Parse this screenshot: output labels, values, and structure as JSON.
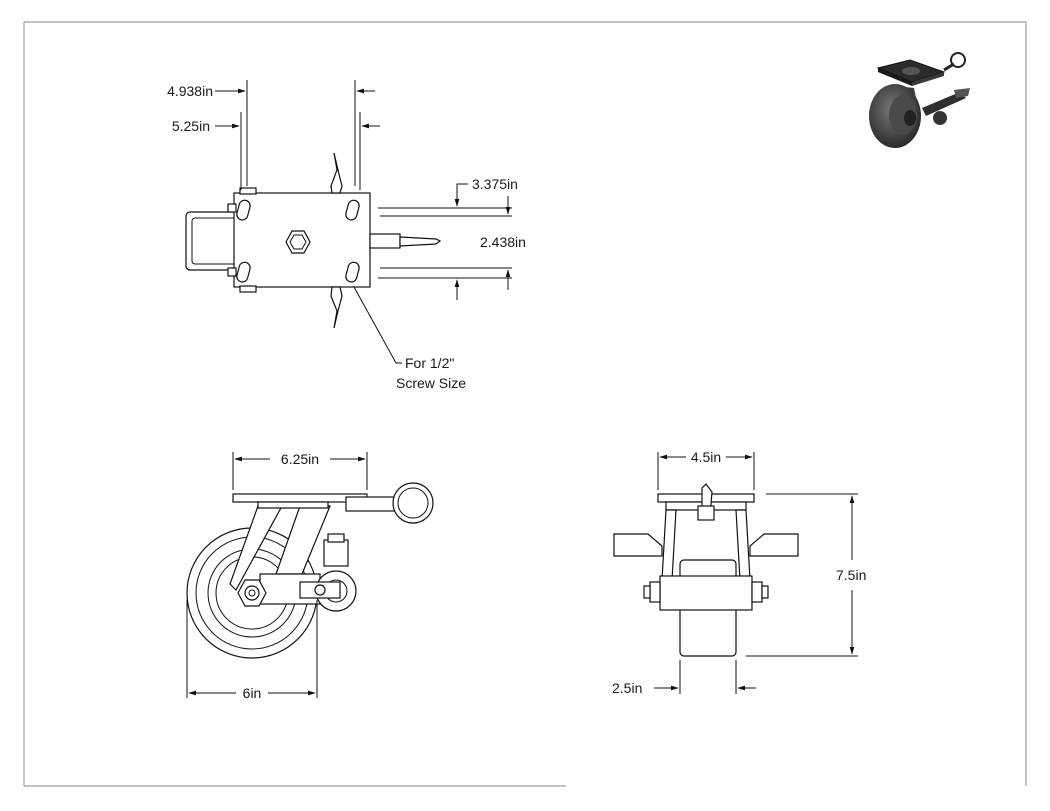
{
  "dimensions": {
    "top_view": {
      "d1": "4.938in",
      "d2": "5.25in",
      "d3": "3.375in",
      "d4": "2.438in",
      "note_line1": "For 1/2\"",
      "note_line2": "Screw Size"
    },
    "side_view": {
      "plate_width": "6.25in",
      "wheel_diameter": "6in"
    },
    "front_view": {
      "plate_width": "4.5in",
      "overall_height": "7.5in",
      "wheel_width": "2.5in"
    }
  }
}
